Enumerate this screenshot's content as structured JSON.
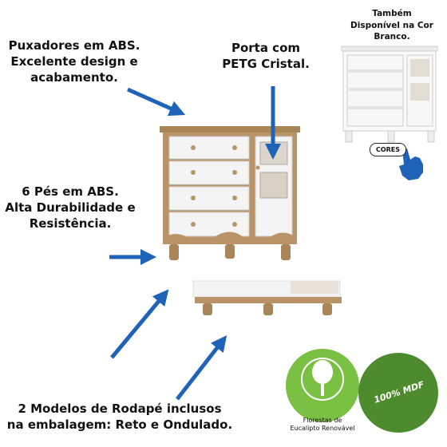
{
  "callouts": {
    "abs_handles": [
      "Puxadores em ABS.",
      "Excelente design e",
      "acabamento."
    ],
    "petg_door": [
      "Porta com",
      "PETG Cristal."
    ],
    "abs_feet": [
      "6 Pés em ABS.",
      "Alta Durabilidade e",
      "Resistência."
    ],
    "plinth_models": [
      "2 Modelos de Rodapé inclusos",
      "na embalagem: Reto e Ondulado."
    ]
  },
  "also_available": [
    "Também",
    "Disponível na Cor",
    "Branco."
  ],
  "colors_button": "CORES",
  "badges": {
    "forest": [
      "Florestas de",
      "Eucalipto Renovável"
    ],
    "mdf": "100% MDF"
  },
  "colors": {
    "arrow_blue": "#1e63b8",
    "wood": "#b28f5c",
    "white_panel": "#f4f4f4",
    "badge_green": "#7ac143",
    "badge_dark_green": "#4d8b2e"
  }
}
